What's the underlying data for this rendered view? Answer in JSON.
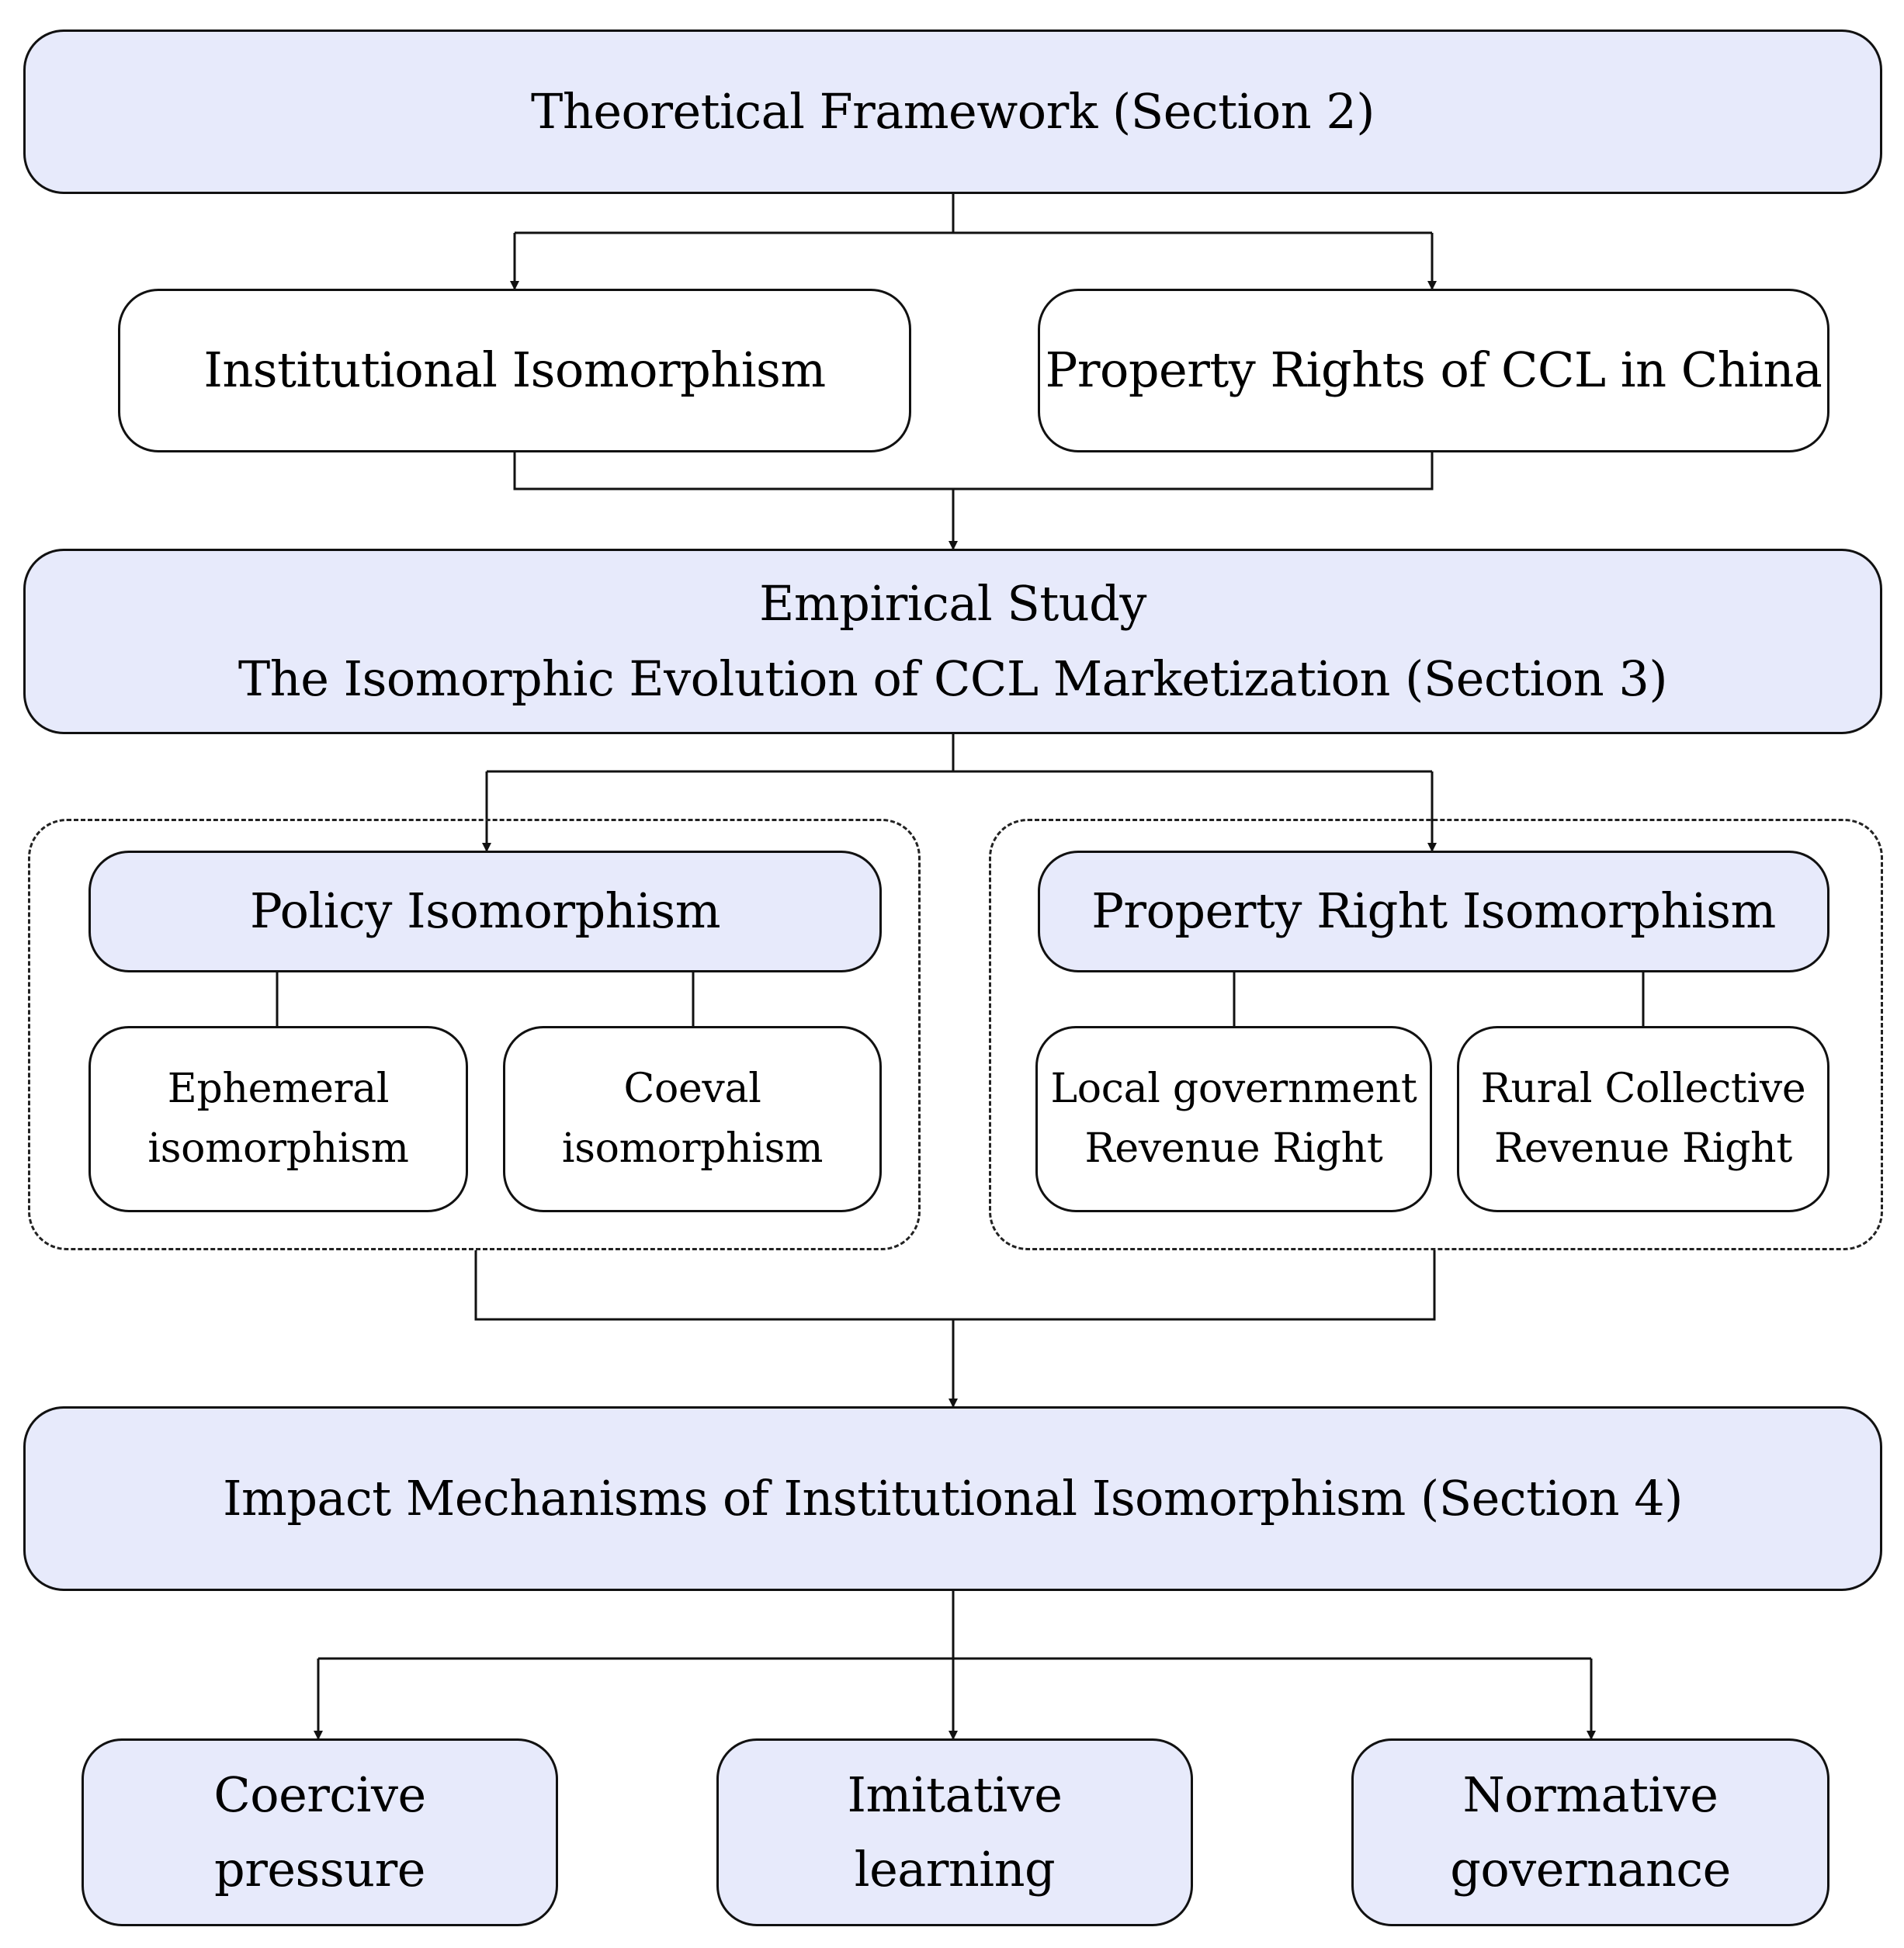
{
  "top": {
    "title": "Theoretical Framework (Section 2)"
  },
  "theory": {
    "left": "Institutional Isomorphism",
    "right": "Property Rights of CCL in China"
  },
  "empirical": {
    "line1": "Empirical Study",
    "line2": "The Isomorphic Evolution of CCL Marketization (Section 3)"
  },
  "policy": {
    "title": "Policy Isomorphism",
    "left": {
      "line1": "Ephemeral",
      "line2": "isomorphism"
    },
    "right": {
      "line1": "Coeval",
      "line2": "isomorphism"
    }
  },
  "property": {
    "title": "Property Right Isomorphism",
    "left": {
      "line1": "Local government",
      "line2": "Revenue Right"
    },
    "right": {
      "line1": "Rural Collective",
      "line2": "Revenue Right"
    }
  },
  "impact": {
    "title": "Impact Mechanisms of Institutional Isomorphism (Section 4)"
  },
  "mechanisms": [
    {
      "line1": "Coercive",
      "line2": "pressure"
    },
    {
      "line1": "Imitative",
      "line2": "learning"
    },
    {
      "line1": "Normative",
      "line2": "governance"
    }
  ],
  "colors": {
    "box_fill": "#e7eafb",
    "stroke": "#111111"
  }
}
